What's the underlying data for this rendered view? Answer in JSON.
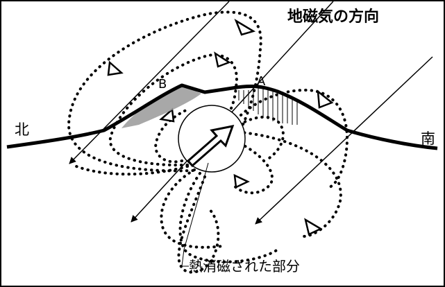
{
  "labels": {
    "geomagnetic_direction": "地磁気の方向",
    "north": "北",
    "south": "南",
    "point_a": "A",
    "point_b": "B",
    "demagnetized_part": "熱消磁された部分"
  }
}
